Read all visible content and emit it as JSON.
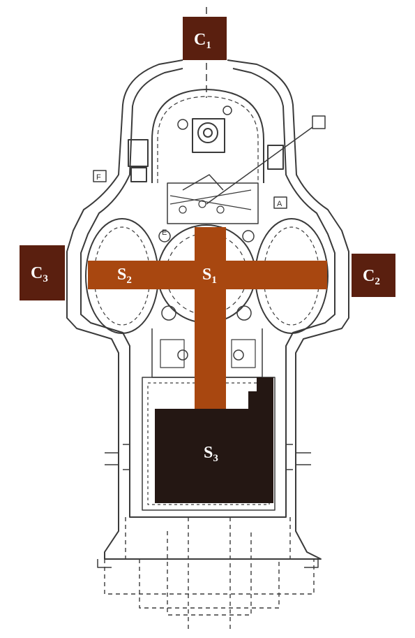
{
  "diagram": {
    "corner_marks": {
      "f": "F",
      "a": "A",
      "e": "E"
    },
    "nodes": {
      "c1": {
        "main": "C",
        "sub": "1"
      },
      "c2": {
        "main": "C",
        "sub": "2"
      },
      "c3": {
        "main": "C",
        "sub": "3"
      },
      "s1": {
        "main": "S",
        "sub": "1"
      },
      "s2": {
        "main": "S",
        "sub": "2"
      },
      "s3": {
        "main": "S",
        "sub": "3"
      }
    },
    "colors": {
      "corridor": "#a84710",
      "corner_box": "#5a1f0f",
      "s3_box": "#241713",
      "plan_line": "#3a3a3a",
      "background": "#ffffff"
    }
  }
}
